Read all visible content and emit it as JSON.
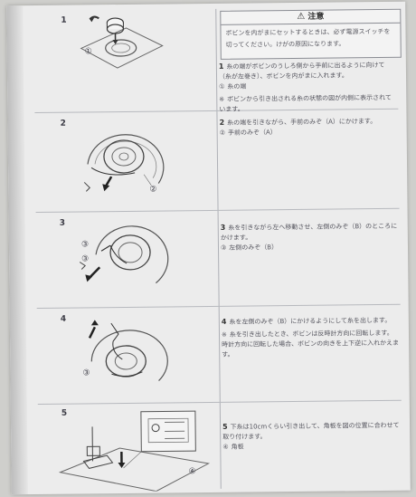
{
  "caution": {
    "title": "注意",
    "body": "ボビンを内がまにセットするときは、必ず電源スイッチを切ってください。けがの原因になります。"
  },
  "steps": [
    {
      "number": "1",
      "lines": [
        {
          "mark": "1",
          "text": "糸の端がボビンのうしろ側から手前に出るように向けて（糸が左巻き）、ボビンを内がまに入れます。"
        },
        {
          "mark": "①",
          "text": "糸の端"
        },
        {
          "mark": "※",
          "text": "ボビンから引き出される糸の状態の図が内側に表示されています。"
        },
        {
          "mark": "2",
          "text": "糸の端を引きながら、手前のみぞ（A）にかけます。"
        },
        {
          "mark": "②",
          "text": "手前のみぞ（A）"
        }
      ]
    },
    {
      "number": "3",
      "lines": [
        {
          "mark": "3",
          "text": "糸を引きながら左へ移動させ、左側のみぞ（B）のところにかけます。"
        },
        {
          "mark": "③",
          "text": "左側のみぞ（B）"
        }
      ]
    },
    {
      "number": "4",
      "lines": [
        {
          "mark": "4",
          "text": "糸を左側のみぞ（B）にかけるようにして糸を出します。"
        },
        {
          "mark": "※",
          "text": "糸を引き出したとき、ボビンは反時計方向に回転します。時計方向に回転した場合、ボビンの向きを上下逆に入れかえます。"
        }
      ]
    },
    {
      "number": "5",
      "lines": [
        {
          "mark": "5",
          "text": "下糸は10cmくらい引き出して、角板を図の位置に合わせて取り付けます。"
        },
        {
          "mark": "④",
          "text": "角板"
        }
      ]
    }
  ],
  "figure_labels": {
    "f1": "1",
    "f2": "2",
    "f3": "3",
    "f4": "4",
    "f5": "5",
    "c1": "①",
    "c2": "②",
    "c3": "③",
    "c3b": "③",
    "c4": "④"
  },
  "colors": {
    "paper": "#ececec",
    "ink": "#4a4a52",
    "line": "#aeb0b6"
  }
}
